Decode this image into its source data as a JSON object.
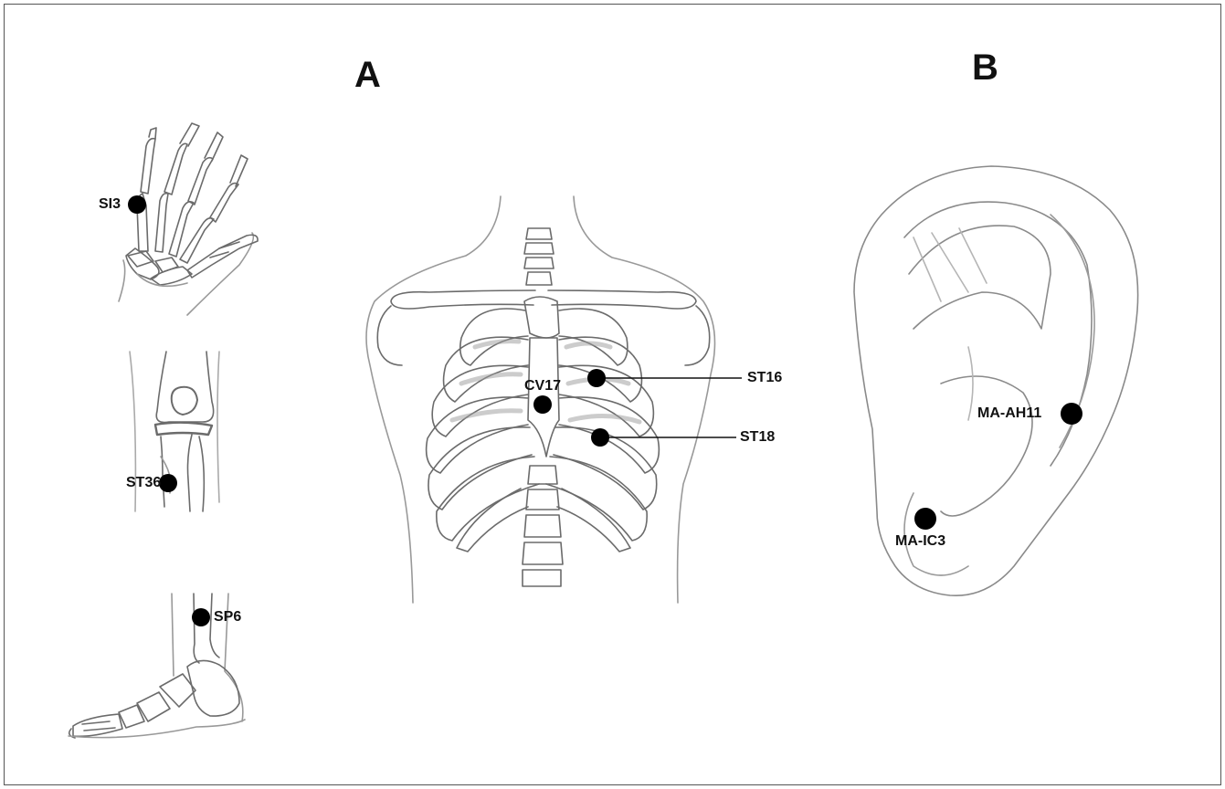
{
  "panels": {
    "a": "A",
    "b": "B"
  },
  "points": {
    "si3": "SI3",
    "st36": "ST36",
    "sp6": "SP6",
    "cv17": "CV17",
    "st16": "ST16",
    "st18": "ST18",
    "ma_ah11": "MA-AH11",
    "ma_ic3": "MA-IC3"
  },
  "colors": {
    "ink": "#111111",
    "sketch": "#6b6b6b",
    "shade": "#9a9a9a",
    "dot": "#000000"
  },
  "illustrations": [
    "hand-skeleton",
    "knee-skeleton",
    "foot-skeleton",
    "rib-cage",
    "ear"
  ]
}
